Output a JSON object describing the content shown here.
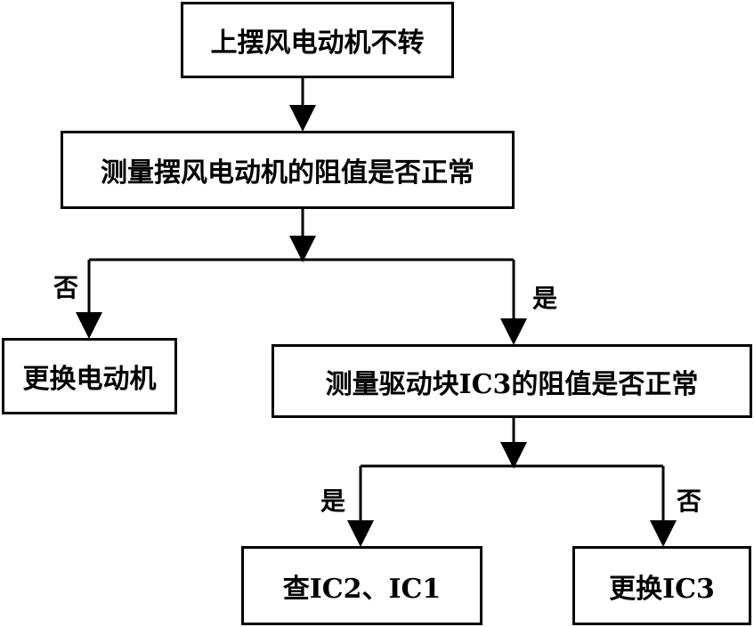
{
  "nodes": {
    "start": "上摆风电动机不转",
    "check_motor": "测量摆风电动机的阻值是否正常",
    "replace_motor": "更换电动机",
    "check_ic3": "测量驱动块IC3的阻值是否正常",
    "check_ic2_ic1": "查IC2、IC1",
    "replace_ic3": "更换IC3"
  },
  "edges": {
    "motor_no": "否",
    "motor_yes": "是",
    "ic3_yes": "是",
    "ic3_no": "否"
  }
}
